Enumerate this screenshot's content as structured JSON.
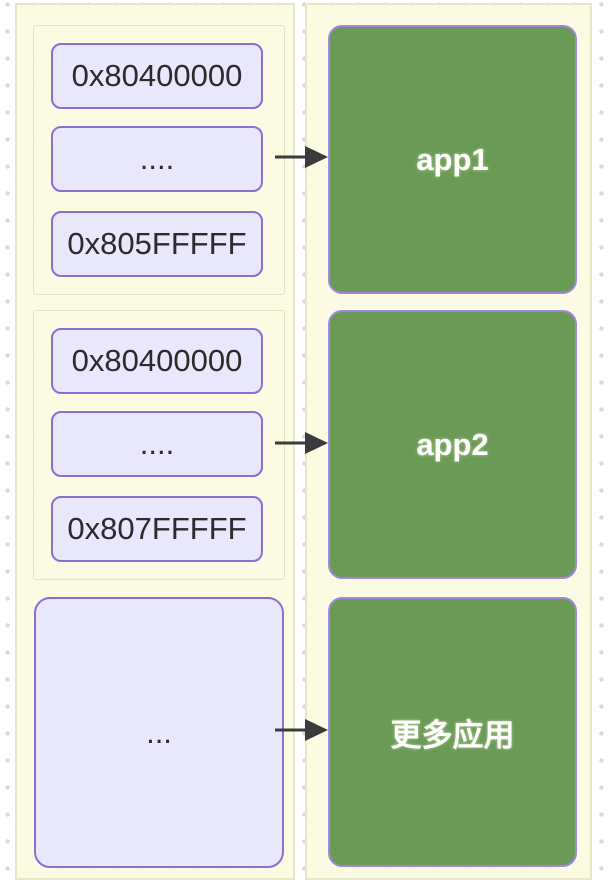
{
  "diagram": {
    "colors": {
      "panel_border": "#e7e7c4",
      "group_border": "#e3e3bd",
      "node_fill": "#e9e7fc",
      "node_border": "#8d6ed3",
      "app_fill": "#6a9a55",
      "app_border": "#a287e2",
      "arrow_color": "#3b3b3b",
      "text_color": "#2b2b2b",
      "app_text_color": "#ffffff",
      "dot_color": "#d9d9d9"
    },
    "left": {
      "groups": [
        {
          "cells": [
            "0x80400000",
            "....",
            "0x805FFFFF"
          ]
        },
        {
          "cells": [
            "0x80400000",
            "....",
            "0x807FFFFF"
          ]
        }
      ],
      "more": "..."
    },
    "right": {
      "apps": [
        "app1",
        "app2",
        "更多应用"
      ]
    }
  }
}
